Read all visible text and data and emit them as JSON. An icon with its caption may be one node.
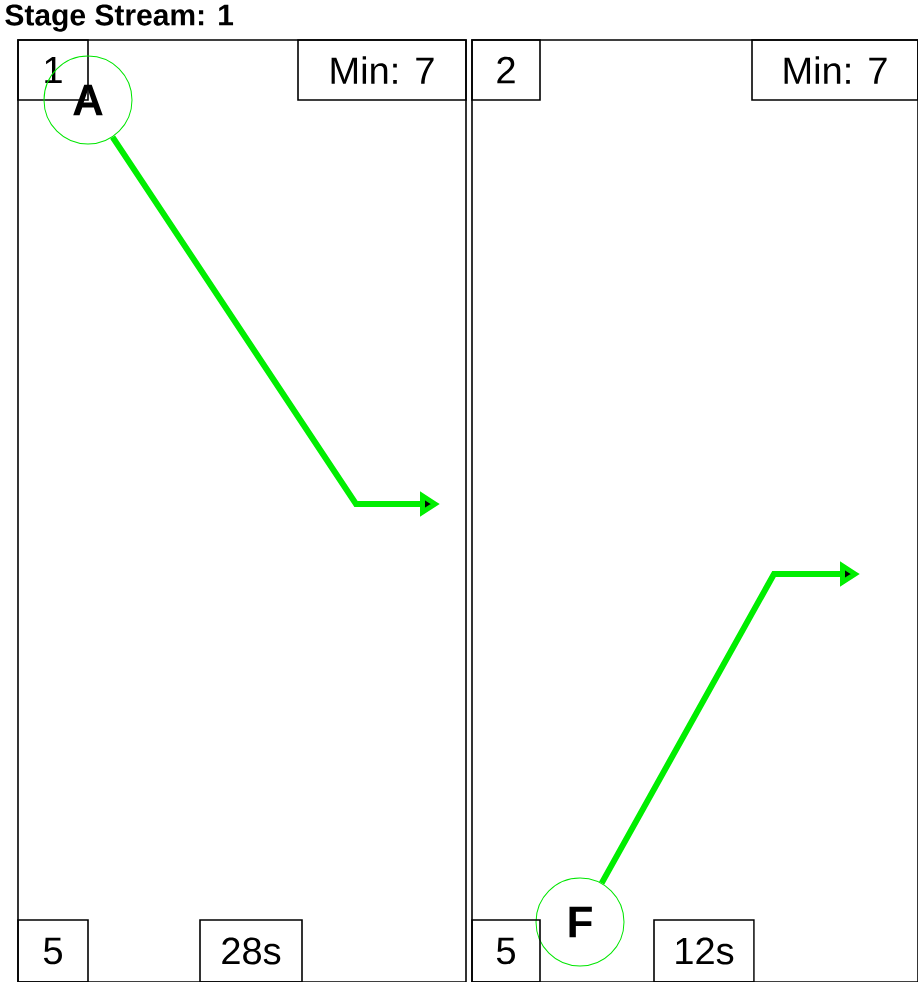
{
  "diagram": {
    "title": "Stage Stream: 1",
    "nodes": [
      {
        "text": [],
        "shape": "box"
      },
      {
        "text": [
          "1"
        ],
        "in": 0
      },
      {
        "text": [
          "Min: 7"
        ],
        "in": 0
      },
      {
        "text": [
          "A"
        ],
        "in": 0
      },
      {
        "text": [
          "5"
        ],
        "in": 0
      },
      {
        "text": [
          "28s"
        ],
        "in": 0
      },
      {
        "text": [],
        "shape": "box"
      },
      {
        "text": [
          "2"
        ],
        "in": 6
      },
      {
        "text": [
          "Min: 7"
        ],
        "in": 6
      },
      {
        "text": [
          "F"
        ],
        "in": 6
      },
      {
        "text": [
          "5"
        ],
        "in": 6
      },
      {
        "text": [
          "12s"
        ],
        "in": 6
      }
    ],
    "edges": [
      {
        "from": 3,
        "to": null,
        "arrow": "to"
      },
      {
        "from": 9,
        "to": null,
        "arrow": "to"
      }
    ]
  }
}
